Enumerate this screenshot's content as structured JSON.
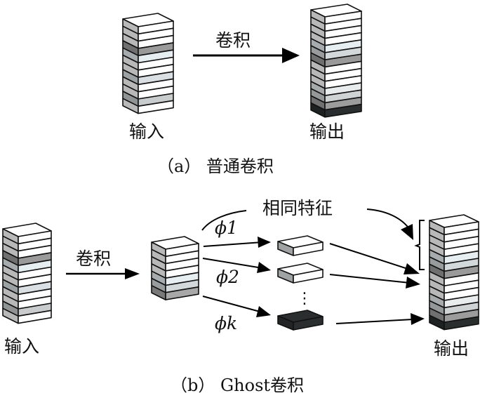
{
  "panel_a": {
    "caption": "（a） 普通卷积",
    "input_label": "输入",
    "output_label": "输出",
    "arrow_label": "卷积",
    "input_layers": [
      "#ffffff",
      "#ffffff",
      "#ffffff",
      "#9a9a9a",
      "#e6eef2",
      "#ffffff",
      "#ffffff",
      "#d9dfe2",
      "#ffffff",
      "#ffffff",
      "#c8cccd",
      "#ffffff"
    ],
    "output_layers": [
      "#ffffff",
      "#ffffff",
      "#ffffff",
      "#ffffff",
      "#e6eef2",
      "#d3d8da",
      "#9a9a9a",
      "#ffffff",
      "#ffffff",
      "#ffffff",
      "#e8eced",
      "#cfd3d4",
      "#9c9c9c",
      "#2a2e2e"
    ]
  },
  "panel_b": {
    "caption": "（b） Ghost卷积",
    "input_label": "输入",
    "output_label": "输出",
    "arrow_label": "卷积",
    "same_feature_label": "相同特征",
    "ops": [
      "ϕ1",
      "ϕ2",
      "ϕk"
    ],
    "ellipsis": "⋮",
    "input_layers": [
      "#ffffff",
      "#ffffff",
      "#ffffff",
      "#9a9a9a",
      "#e6eef2",
      "#ffffff",
      "#ffffff",
      "#d9dfe2",
      "#ffffff",
      "#ffffff",
      "#c8cccd",
      "#ffffff"
    ],
    "middle_layers": [
      "#ffffff",
      "#ffffff",
      "#ffffff",
      "#ffffff",
      "#e6eef2",
      "#d3d8da",
      "#a8a8a8"
    ],
    "ghost_maps": [
      "#ffffff",
      "#ffffff",
      "#2a2e2e"
    ],
    "output_layers": [
      "#ffffff",
      "#ffffff",
      "#ffffff",
      "#ffffff",
      "#e6eef2",
      "#d3d8da",
      "#9a9a9a",
      "#ffffff",
      "#ffffff",
      "#ffffff",
      "#e8eced",
      "#cfd3d4",
      "#9c9c9c",
      "#2a2e2e"
    ]
  }
}
